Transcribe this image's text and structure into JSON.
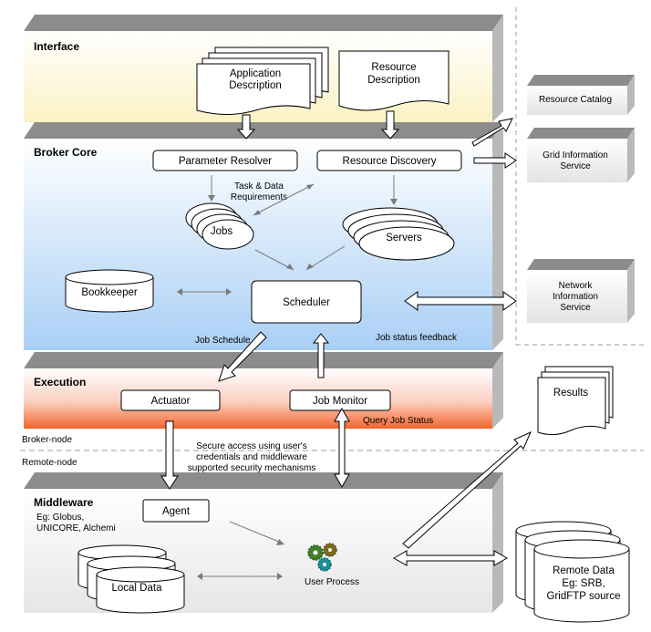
{
  "layers": {
    "interface": "Interface",
    "broker_core": "Broker Core",
    "execution": "Execution",
    "middleware": "Middleware",
    "middleware_examples_1": "Eg: Globus,",
    "middleware_examples_2": "UNICORE, Alchemi"
  },
  "interface_docs": {
    "app_desc_1": "Application",
    "app_desc_2": "Description",
    "res_desc_1": "Resource",
    "res_desc_2": "Description"
  },
  "broker": {
    "parameter_resolver": "Parameter Resolver",
    "resource_discovery": "Resource Discovery",
    "task_req_1": "Task & Data",
    "task_req_2": "Requirements",
    "jobs": "Jobs",
    "servers": "Servers",
    "bookkeeper": "Bookkeeper",
    "scheduler": "Scheduler",
    "job_schedule": "Job Schedule",
    "job_status_feedback": "Job status feedback"
  },
  "execution": {
    "actuator": "Actuator",
    "job_monitor": "Job Monitor",
    "query_job_status": "Query Job Status"
  },
  "nodes": {
    "broker_node": "Broker-node",
    "remote_node": "Remote-node",
    "secure_1": "Secure access using user's",
    "secure_2": "credentials and middleware",
    "secure_3": "supported security mechanisms"
  },
  "middleware": {
    "agent": "Agent",
    "local_data": "Local Data",
    "user_process": "User Process"
  },
  "external": {
    "resource_catalog": "Resource Catalog",
    "gis_1": "Grid Information",
    "gis_2": "Service",
    "nis_1": "Network",
    "nis_2": "Information",
    "nis_3": "Service",
    "results": "Results",
    "remote_1": "Remote Data",
    "remote_2": "Eg: SRB,",
    "remote_3": "GridFTP source"
  }
}
